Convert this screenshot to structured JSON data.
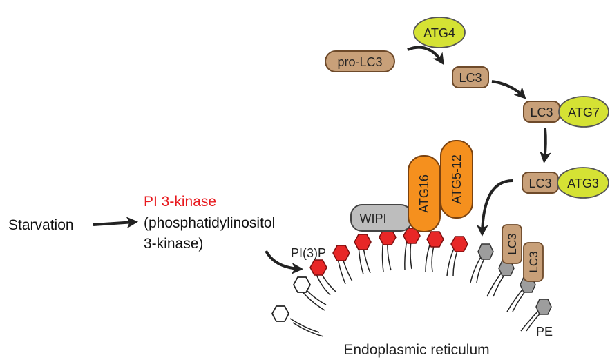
{
  "labels": {
    "starvation": "Starvation",
    "pi3k_name": "PI 3-kinase",
    "pi3k_full_line1": "(phosphatidylinositol",
    "pi3k_full_line2": "3-kinase)",
    "pi3p": "PI(3)P",
    "pe": "PE",
    "er": "Endoplasmic reticulum"
  },
  "proteins": {
    "pro_lc3": "pro-LC3",
    "atg4": "ATG4",
    "lc3": "LC3",
    "atg7": "ATG7",
    "atg3": "ATG3",
    "wipi": "WIPI",
    "atg16": "ATG16",
    "atg5_12": "ATG5-12"
  },
  "colors": {
    "lc3_fill": "#c8a079",
    "lc3_stroke": "#6e4a2a",
    "atg_yellow": "#d5e234",
    "atg_orange": "#f5901e",
    "wipi_gray": "#bdbdbd",
    "head_red": "#e82727",
    "head_gray": "#9d9d9d",
    "head_white": "#ffffff",
    "pi3k_text": "#e8191e",
    "arrow": "#222222"
  }
}
